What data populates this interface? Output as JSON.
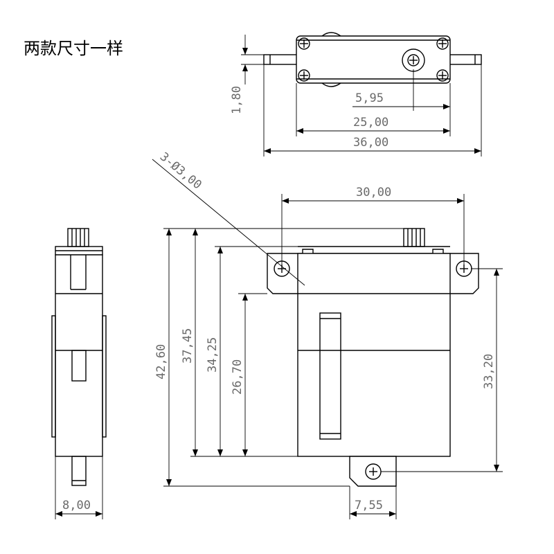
{
  "note": "两款尺寸一样",
  "dimensions": {
    "top_height": "1,80",
    "top_offset": "5,95",
    "top_inner_width": "25,00",
    "top_overall_width": "36,00",
    "holes": "3-Ø3,00",
    "hole_spacing": "30,00",
    "overall_height": "42,60",
    "height_37": "37,45",
    "height_34": "34,25",
    "height_26": "26,70",
    "hole_vertical": "33,20",
    "side_width": "8,00",
    "tab_width": "7,55"
  },
  "colors": {
    "line": "#000000",
    "dim_text": "#6a6a6a"
  }
}
